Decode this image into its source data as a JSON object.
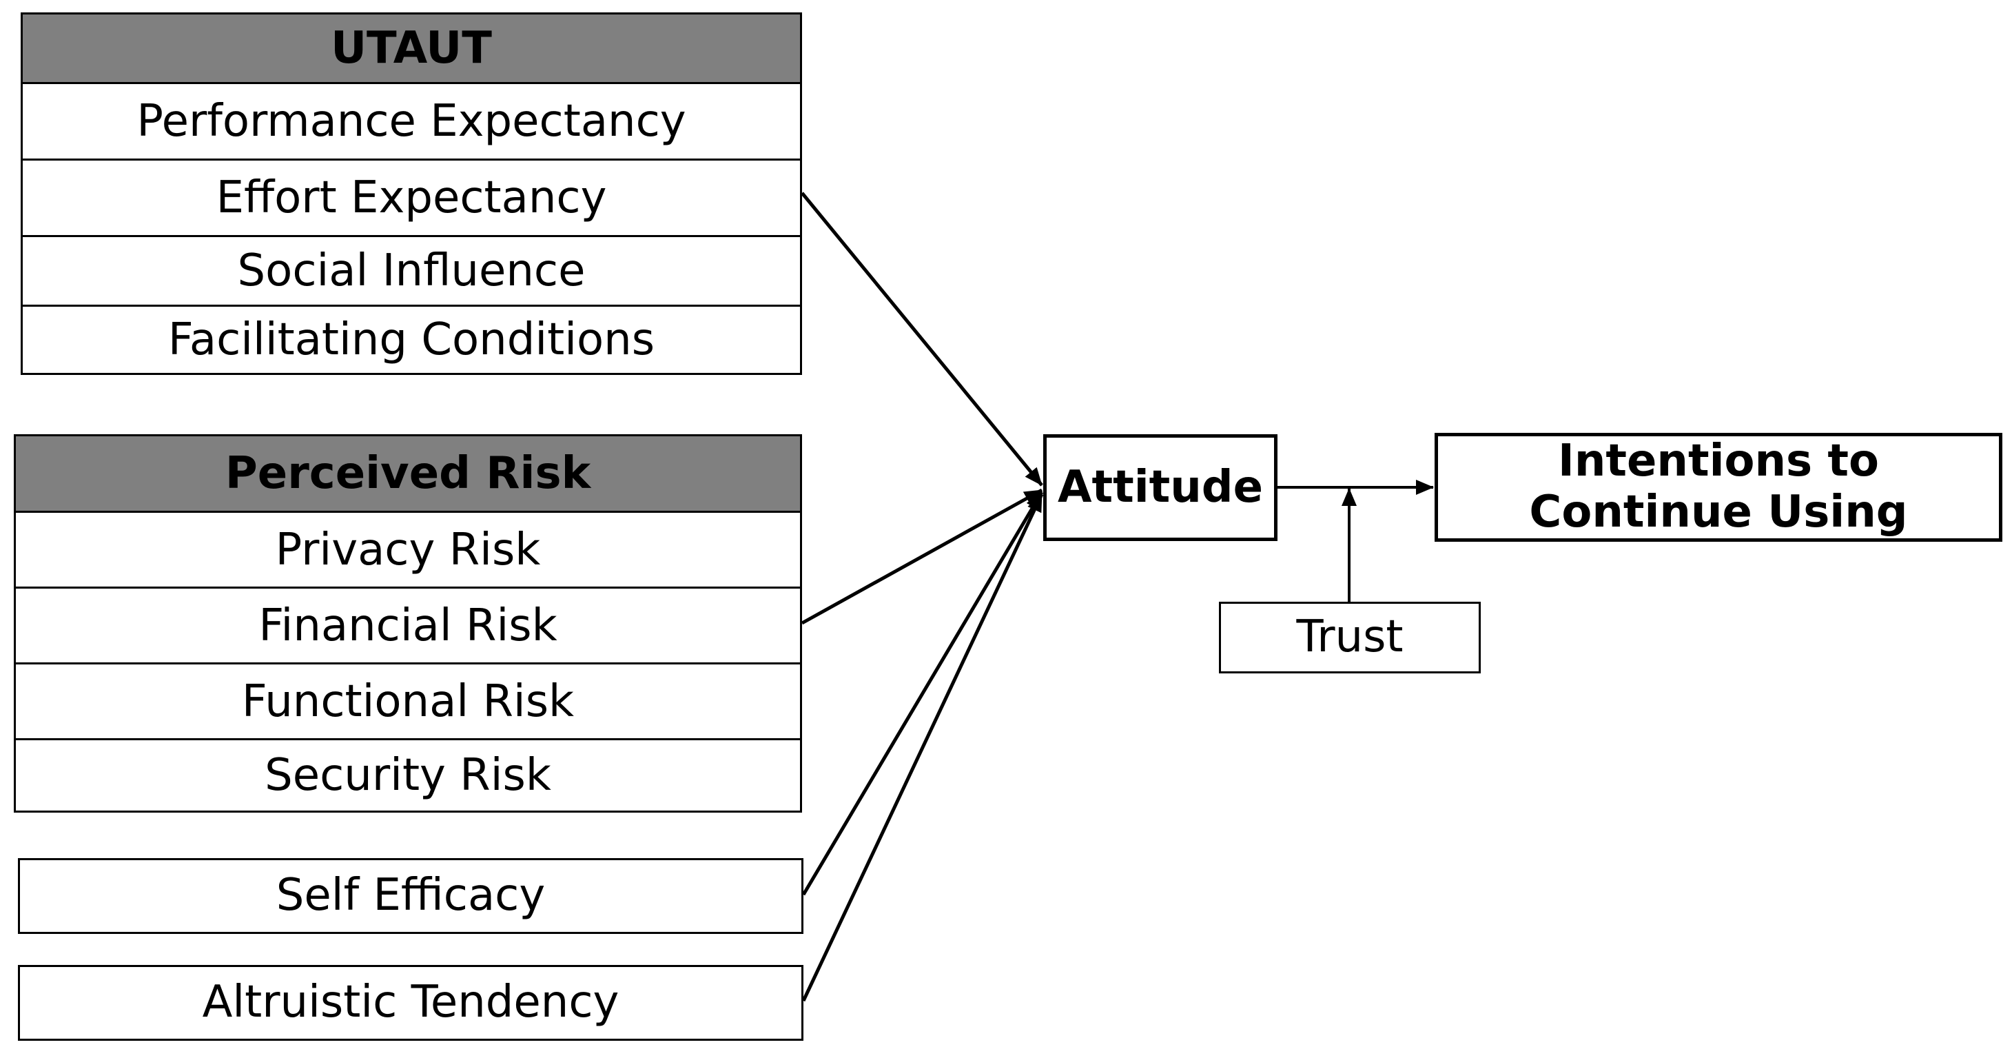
{
  "utaut": {
    "title": "UTAUT",
    "items": [
      "Performance Expectancy",
      "Effort Expectancy",
      "Social Influence",
      "Facilitating Conditions"
    ]
  },
  "perceived_risk": {
    "title": "Perceived Risk",
    "items": [
      "Privacy Risk",
      "Financial Risk",
      "Functional Risk",
      "Security Risk"
    ]
  },
  "self_efficacy": "Self Efficacy",
  "altruistic_tendency": "Altruistic Tendency",
  "attitude": "Attitude",
  "intentions": "Intentions to Continue Using",
  "trust": "Trust",
  "colors": {
    "header_fill": "#808080",
    "line": "#000000",
    "background": "#ffffff"
  }
}
